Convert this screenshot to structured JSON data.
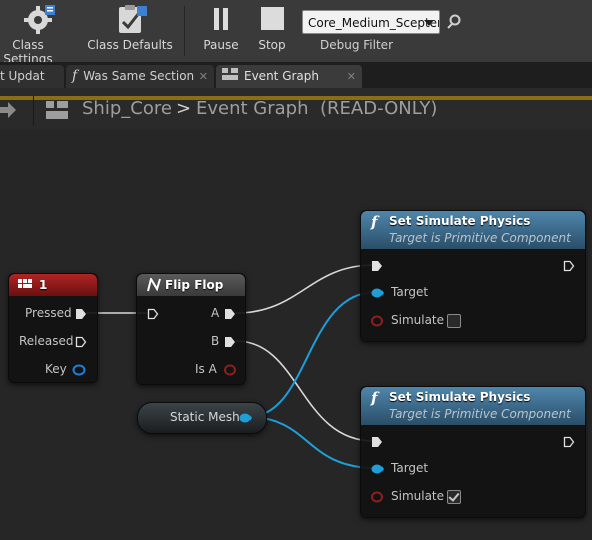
{
  "toolbar": {
    "class_settings": "Class Settings",
    "class_defaults": "Class Defaults",
    "pause": "Pause",
    "stop": "Stop",
    "debug_object": "Core_Medium_Scepter",
    "debug_filter": "Debug Filter"
  },
  "tabs": [
    {
      "label": "t Updat"
    },
    {
      "label": "Was Same Section"
    },
    {
      "label": "Event Graph"
    }
  ],
  "breadcrumb": {
    "blueprint": "Ship_Core",
    "separator": ">",
    "graph": "Event Graph",
    "status": "(READ-ONLY)"
  },
  "nodes": {
    "key_event": {
      "title": "1",
      "pins": {
        "pressed": "Pressed",
        "released": "Released",
        "key": "Key"
      }
    },
    "flip_flop": {
      "title": "Flip Flop",
      "pins": {
        "a": "A",
        "b": "B",
        "is_a": "Is A"
      }
    },
    "static_mesh": {
      "label": "Static Mesh"
    },
    "set_physics_1": {
      "title": "Set Simulate Physics",
      "subtitle": "Target is Primitive Component",
      "target": "Target",
      "simulate": "Simulate",
      "simulate_checked": false
    },
    "set_physics_2": {
      "title": "Set Simulate Physics",
      "subtitle": "Target is Primitive Component",
      "target": "Target",
      "simulate": "Simulate",
      "simulate_checked": true
    }
  },
  "colors": {
    "key_header": "#8c1c1c",
    "function_header": "#3f6e91",
    "object_pin": "#1e9fd8",
    "bool_pin": "#8f1f1f",
    "breadcrumb_accent": "#8b6c17"
  }
}
